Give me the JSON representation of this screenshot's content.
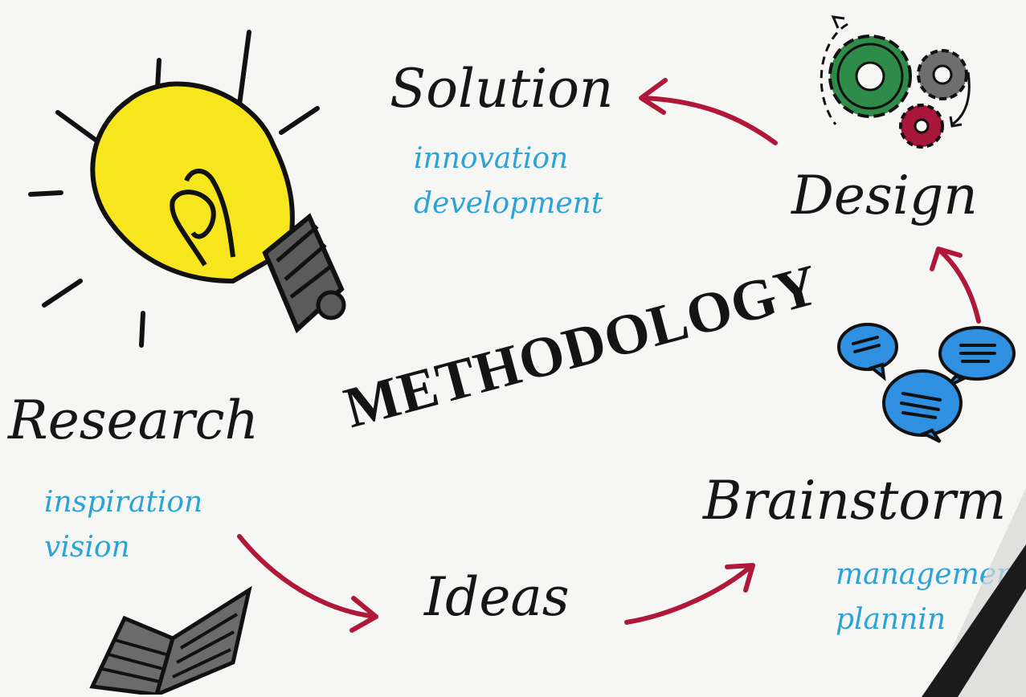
{
  "title": "METHODOLOGY",
  "stages": {
    "research": {
      "label": "Research",
      "keywords": [
        "inspiration",
        "vision"
      ]
    },
    "ideas": {
      "label": "Ideas"
    },
    "brainstorm": {
      "label": "Brainstorm",
      "keywords": [
        "managemen",
        "plannin"
      ]
    },
    "design": {
      "label": "Design"
    },
    "solution": {
      "label": "Solution",
      "keywords": [
        "innovation",
        "development"
      ]
    }
  },
  "colors": {
    "ink": "#161616",
    "keyword_blue": "#2aa3d8",
    "arrow_red": "#b0183a",
    "bulb_yellow": "#f7e51e",
    "gear_green": "#2e8b4a",
    "gear_gray": "#6e6e6e",
    "gear_red": "#a8163a",
    "bubble_blue": "#2f8fe0",
    "book_gray": "#6b6b6b"
  },
  "icons": [
    "light-bulb-icon",
    "open-book-icon",
    "speech-bubbles-icon",
    "gears-icon"
  ]
}
